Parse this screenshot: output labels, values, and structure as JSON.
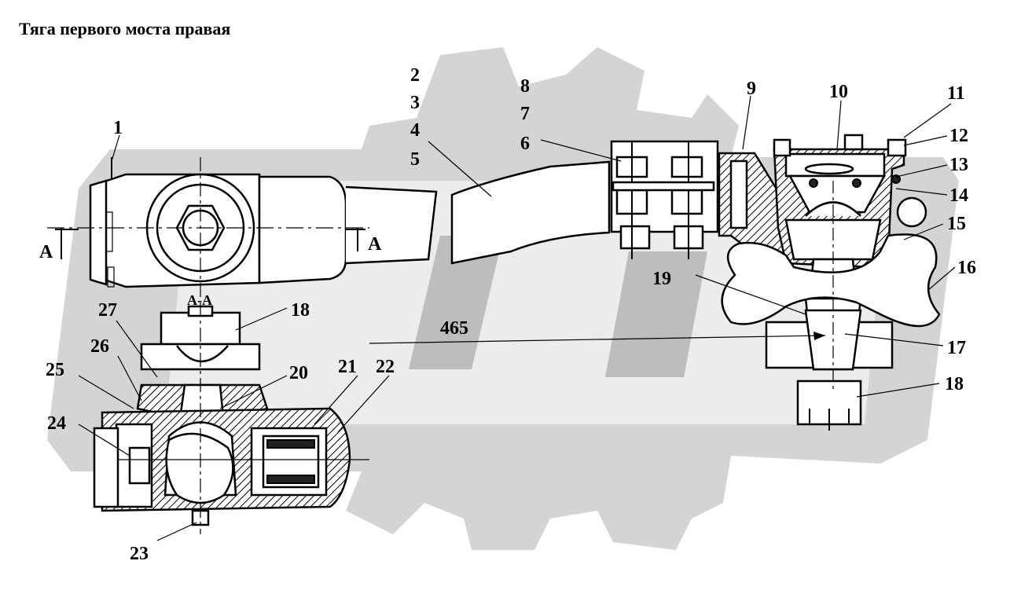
{
  "title": "Тяга первого моста правая",
  "section_labels": {
    "section_a_left": "А",
    "section_a_right": "А",
    "section_aa": "А-А"
  },
  "dimension": "465",
  "callouts": [
    "1",
    "2",
    "3",
    "4",
    "5",
    "6",
    "7",
    "8",
    "9",
    "10",
    "11",
    "12",
    "13",
    "14",
    "15",
    "16",
    "17",
    "18",
    "18",
    "19",
    "20",
    "21",
    "22",
    "23",
    "24",
    "25",
    "26",
    "27"
  ],
  "colors": {
    "watermark": "#cfcfcf",
    "line": "#000000",
    "background": "#ffffff"
  }
}
